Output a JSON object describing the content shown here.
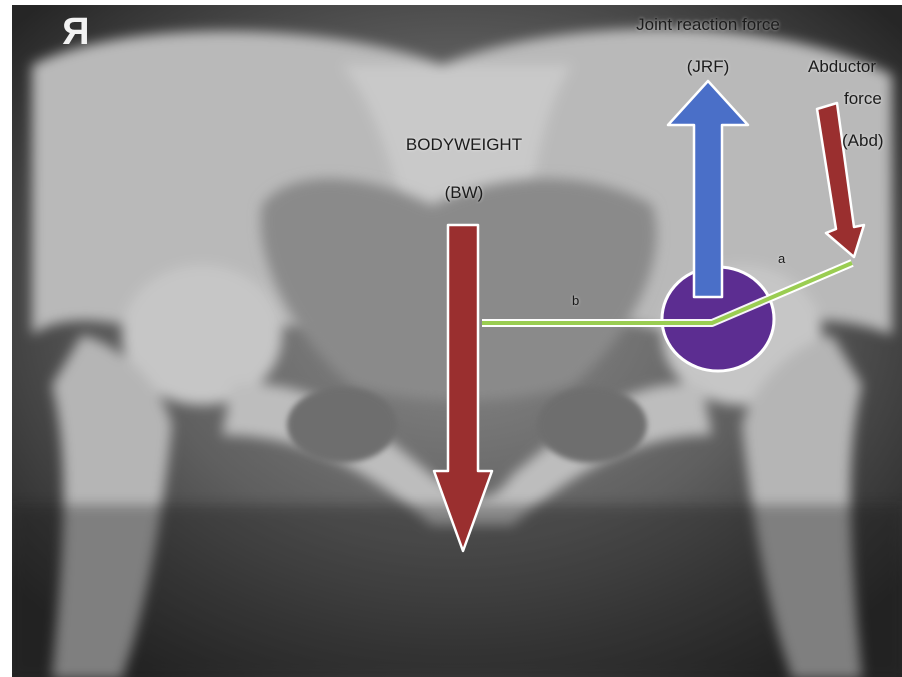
{
  "image": {
    "side_marker": "R",
    "labels": {
      "jrf_title": "Joint reaction force",
      "jrf_abbr": "(JRF)",
      "abductor_line1": "Abductor",
      "abductor_line2": "force",
      "abductor_abbr": "(Abd)",
      "bw_title": "BODYWEIGHT",
      "bw_abbr": "(BW)",
      "lever_a": "a",
      "lever_b": "b"
    },
    "colors": {
      "bodyweight_arrow": "#9a2f2f",
      "abductor_arrow": "#9a2f2f",
      "jrf_arrow": "#4a6fc8",
      "hip_center": "#5c2d91",
      "lever_arm": "#9acd52"
    }
  }
}
